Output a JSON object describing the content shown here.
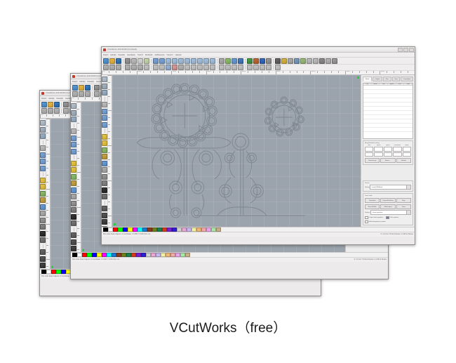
{
  "caption": "VCutWorks（free）",
  "app": {
    "title": "VCutWorks  2021/03/03  [Untitled1]",
    "menus": [
      "File(F)",
      "Edit(E)",
      "Draw(D)",
      "Handle(H)",
      "Tool(T)",
      "Mode(M)",
      "AddSoon(A)",
      "View(V)",
      "Help(H)"
    ],
    "window_buttons": [
      "minimize",
      "maximize",
      "close"
    ]
  },
  "toolbar_top": [
    {
      "name": "new-file",
      "color": "#5b9bd5"
    },
    {
      "name": "open-file",
      "color": "#e8b84b"
    },
    {
      "name": "save-file",
      "color": "#3f7fbf"
    },
    {
      "name": "print",
      "color": "#9a9a9a"
    },
    {
      "name": "cut",
      "color": "#c0c0c0"
    },
    {
      "name": "copy",
      "color": "#d8d8d8"
    },
    {
      "name": "paste",
      "color": "#c8d8b0"
    },
    {
      "name": "undo",
      "color": "#7fa8d8"
    },
    {
      "name": "redo",
      "color": "#7fa8d8"
    },
    {
      "name": "zoom-in",
      "color": "#a8c4e0"
    },
    {
      "name": "zoom-out",
      "color": "#a8c4e0"
    },
    {
      "name": "zoom-fit",
      "color": "#a8c4e0"
    },
    {
      "name": "zoom-selection",
      "color": "#a8c4e0"
    },
    {
      "name": "zoom-window",
      "color": "#a8c4e0"
    },
    {
      "name": "pan",
      "color": "#a8c4e0"
    },
    {
      "name": "zoom-all",
      "color": "#a8c4e0"
    },
    {
      "name": "zoom-previous",
      "color": "#a8c4e0"
    },
    {
      "name": "node-edit",
      "color": "#b0b0b0"
    },
    {
      "name": "curve-tool",
      "color": "#8fbf6f"
    },
    {
      "name": "measure",
      "color": "#6f9fd8"
    },
    {
      "name": "monitor-preview",
      "color": "#4f7fbf"
    },
    {
      "name": "layer-1",
      "color": "#4f9f4f"
    },
    {
      "name": "layer-2",
      "color": "#bf6f3f"
    },
    {
      "name": "layer-3",
      "color": "#3f6fbf"
    },
    {
      "name": "settings",
      "color": "#9a9a9a"
    },
    {
      "name": "camera",
      "color": "#6a6a6a"
    },
    {
      "name": "pen",
      "color": "#d8b84b"
    },
    {
      "name": "rule",
      "color": "#b0b0b0"
    },
    {
      "name": "array",
      "color": "#7f9fbf"
    },
    {
      "name": "group",
      "color": "#9fbf7f"
    },
    {
      "name": "rect-tool",
      "color": "#c0c0c0"
    },
    {
      "name": "circle-tool",
      "color": "#c0c0c0"
    },
    {
      "name": "text-tool",
      "color": "#8f8f8f"
    },
    {
      "name": "node-tool",
      "color": "#b8b8b8"
    },
    {
      "name": "mirror-tool",
      "color": "#a0a0a0"
    }
  ],
  "toolbar_second": [
    {
      "name": "align-left",
      "color": "#b8b8b8"
    },
    {
      "name": "align-center",
      "color": "#b8b8b8"
    },
    {
      "name": "align-right",
      "color": "#b8b8b8"
    },
    {
      "name": "align-top",
      "color": "#b8b8b8"
    },
    {
      "name": "align-middle",
      "color": "#b8b8b8"
    },
    {
      "name": "align-bottom",
      "color": "#b8b8b8"
    },
    {
      "name": "distribute-h",
      "color": "#c8c8c8"
    },
    {
      "name": "distribute-v",
      "color": "#c8c8c8"
    },
    {
      "name": "size-equal",
      "color": "#c8c8c8"
    },
    {
      "name": "node-add",
      "color": "#9fb8d8"
    },
    {
      "name": "node-delete",
      "color": "#d89f9f"
    },
    {
      "name": "smooth-node",
      "color": "#b8b8b8"
    },
    {
      "name": "line-segment",
      "color": "#c8c8c8"
    },
    {
      "name": "arc-segment",
      "color": "#c8c8c8"
    },
    {
      "name": "curve-segment",
      "color": "#c8c8c8"
    },
    {
      "name": "close-path",
      "color": "#c8c8c8"
    },
    {
      "name": "offset-path",
      "color": "#c8c8c8"
    },
    {
      "name": "weld",
      "color": "#c8c8c8"
    },
    {
      "name": "trim",
      "color": "#c8c8c8"
    },
    {
      "name": "intersect",
      "color": "#c8c8c8"
    },
    {
      "name": "simplify",
      "color": "#c8c8c8"
    },
    {
      "name": "rotate-90",
      "color": "#c8c8c8"
    },
    {
      "name": "flip-h",
      "color": "#c8c8c8"
    },
    {
      "name": "flip-v",
      "color": "#c8c8c8"
    },
    {
      "name": "lock",
      "color": "#c8c8c8"
    },
    {
      "name": "unlock",
      "color": "#c8c8c8"
    }
  ],
  "toolbar_left": [
    {
      "name": "select-arrow-icon",
      "color": "#b8c4d0"
    },
    {
      "name": "node-edit-icon",
      "color": "#aab6c2"
    },
    {
      "name": "zoom-icon",
      "color": "#9fb4c8"
    },
    {
      "name": "pan-hand-icon",
      "color": "#c0c0c0"
    },
    {
      "name": "line-icon",
      "color": "#7fa8d8"
    },
    {
      "name": "polyline-icon",
      "color": "#7fa8d8"
    },
    {
      "name": "bezier-icon",
      "color": "#7fa8d8"
    },
    {
      "name": "rectangle-icon",
      "color": "#e8c84b"
    },
    {
      "name": "ellipse-icon",
      "color": "#e8c84b"
    },
    {
      "name": "polygon-icon",
      "color": "#8fbf6f"
    },
    {
      "name": "text-icon",
      "color": "#c8a84b"
    },
    {
      "name": "image-icon",
      "color": "#6f9fd8"
    },
    {
      "name": "dimension-icon",
      "color": "#b0b0b0"
    },
    {
      "name": "fill-icon",
      "color": "#9a9a9a"
    },
    {
      "name": "gradient-icon",
      "color": "#8a8a8a"
    },
    {
      "name": "scissors-icon",
      "color": "#3a3a3a"
    },
    {
      "name": "triangle-icon",
      "color": "#7a7a7a"
    },
    {
      "name": "cone-icon",
      "color": "#6a6a6a"
    },
    {
      "name": "shape-icon",
      "color": "#5a5a5a"
    },
    {
      "name": "array-icon",
      "color": "#4a4a4a"
    },
    {
      "name": "grid-icon",
      "color": "#8a8a8a"
    }
  ],
  "ruler": {
    "unit": "mm",
    "h_labels": [
      "0.0",
      "100.0",
      "200.0",
      "300.0",
      "400.0",
      "500.0",
      "600.0",
      "700.0",
      "800.0"
    ],
    "v_labels": [
      "0.0",
      "100.0",
      "200.0",
      "300.0",
      "400.0"
    ]
  },
  "right_panel": {
    "tabs": [
      "Work",
      "Output",
      "Doc",
      "Test",
      "Transform"
    ],
    "active_tab": "Work",
    "table_headers": [
      "Lay",
      "Mode",
      "Tool",
      "Speed",
      "Pow...",
      "Units"
    ],
    "rows": [],
    "layer_group": {
      "title": "Array(Default) setting",
      "columns": [
        "Num",
        "Space",
        "Space",
        "Dislocation",
        "Mirror"
      ],
      "values": [
        "1",
        "0.000",
        "0.000",
        "0.000",
        "0"
      ],
      "buttons": [
        "Virtual array",
        "Bestir ...",
        "Default"
      ]
    },
    "device_group": {
      "title": "Device",
      "label": "Setting",
      "value": "Laser(USB:Auto)"
    },
    "laser_group": {
      "title": "Laser work",
      "buttons": [
        "Download",
        "ChooseFileStore",
        "Stop",
        "SaveToUFile",
        "UFileOutput",
        "Start",
        "Position",
        "Current position"
      ],
      "checkboxes": [
        {
          "label": "Output select graphics",
          "checked": false
        },
        {
          "label": "Path optimize",
          "checked": true
        },
        {
          "label": "Selected graphics position",
          "checked": false
        }
      ]
    }
  },
  "palette": [
    "#000000",
    "#ffffff",
    "#ff0000",
    "#00ff00",
    "#0000ff",
    "#ffff00",
    "#ff00ff",
    "#00ffff",
    "#1e78d2",
    "#8b3a1e",
    "#6e7f1e",
    "#1e7f4e",
    "#d23c1e",
    "#7a1ed2",
    "#2f1ed2",
    "#d2d2d2",
    "#e8a8d2",
    "#c8b8f0",
    "#f0f0a8",
    "#f0b878",
    "#f0a8a8",
    "#e8a8e8",
    "#a8e8a8",
    "#c8b088"
  ],
  "status": {
    "left": "Pan mode   Select objects: 0   Coordinate: X 0.000 Y 0.000   Unit: mm",
    "right": "X:0.0mm  Y:0.0mm  Size:0.0×0.0mm"
  },
  "device_status": "X:-1.0 mm  Y:0.0mm  Device: 4.1.98 LV Device",
  "windows": [
    {
      "name": "window-back",
      "title": "VCutWorks 2021/03/03 [Untitled3]"
    },
    {
      "name": "window-middle",
      "title": "VCutWorks 2021/03/03 [Untitled2]"
    },
    {
      "name": "window-front",
      "title": "VCutWorks 2021/03/03 [Untitled1]"
    }
  ]
}
